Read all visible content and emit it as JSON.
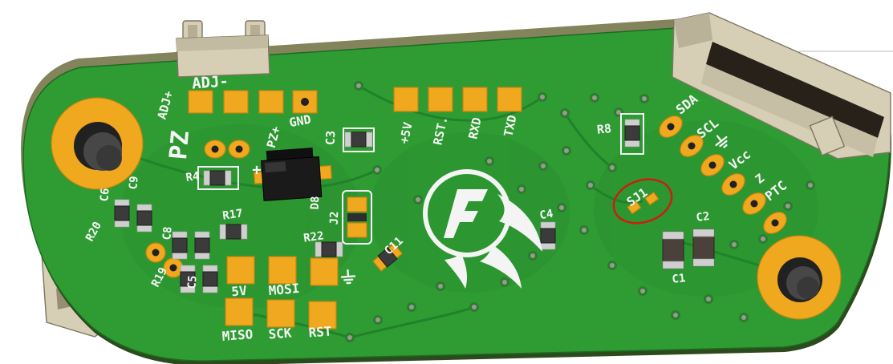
{
  "figure": {
    "type": "pcb-3d-render",
    "view": "angled board render with silkscreen reference designators"
  },
  "colors": {
    "board_green": "#2f9b33",
    "board_edge_top": "#84845c",
    "board_edge_dark": "#2c4a1c",
    "trace_green": "#1f7f29",
    "pad_gold": "#f0a81f",
    "silkscreen": "#f4f4f4",
    "connector_tan": "#d6cfb6",
    "via_gray": "#9a9a90",
    "highlight_red": "#cc1e0e"
  },
  "silkscreen": {
    "adj_minus": "ADJ-",
    "adj_plus": "ADJ+",
    "pz": "PZ",
    "pz_plus": "PZ+",
    "gnd": "GND",
    "c3": "C3",
    "plus5v": "+5V",
    "rst_header": "RST.",
    "rxd": "RXD",
    "txd": "TXD",
    "r8": "R8",
    "sda": "SDA",
    "scl": "SCL",
    "vcc": "Vcc",
    "z": "Z",
    "ptc": "PTC",
    "sj1": "SJ1",
    "c4": "C4",
    "c2": "C2",
    "c1": "C1",
    "c6": "C6",
    "c9": "C9",
    "r20": "R20",
    "r4": "R4",
    "plus_mark": "+",
    "c8": "C8",
    "r17": "R17",
    "r19": "R19",
    "c5": "C5",
    "d8": "D8",
    "j2": "J2",
    "r22": "R22",
    "c11": "C11",
    "isp_5v": "5V",
    "isp_mosi": "MOSI",
    "isp_miso": "MISO",
    "isp_sck": "SCK",
    "isp_rst": "RST"
  },
  "annotation": {
    "highlight_target": "SJ1",
    "highlight_shape": "ellipse"
  }
}
